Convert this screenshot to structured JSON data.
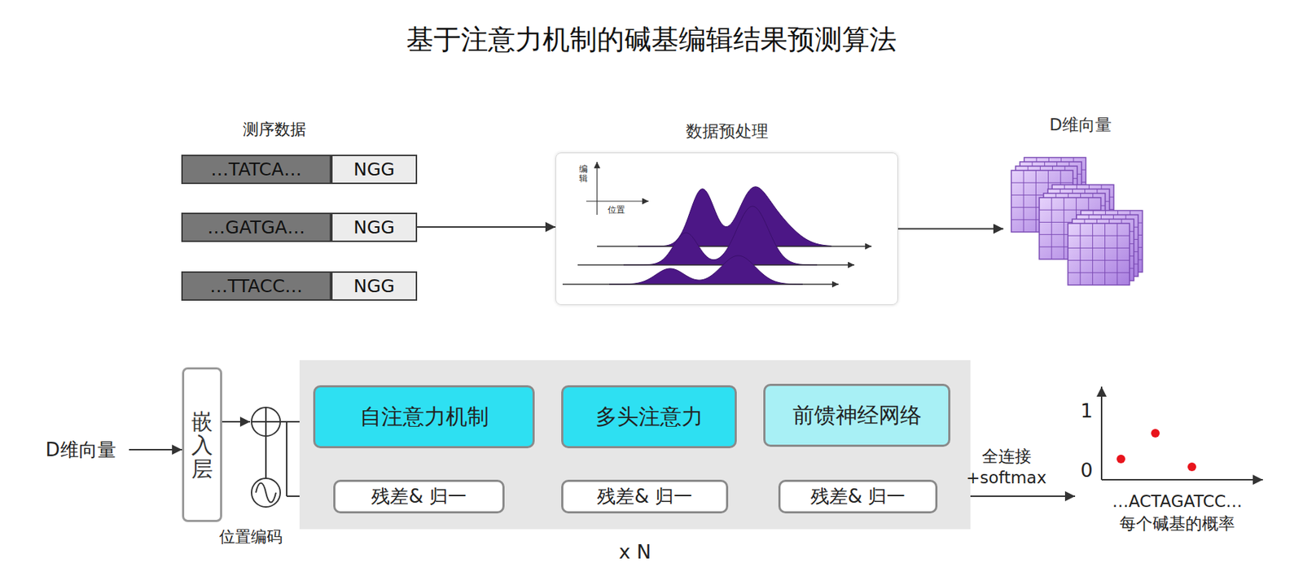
{
  "diagram": {
    "title": "基于注意力机制的碱基编辑结果预测算法",
    "nodes": [
      {
        "text": [
          "…TATCA…"
        ]
      },
      {
        "text": [
          "NGG"
        ]
      },
      {
        "text": [
          "…GATGA…"
        ]
      },
      {
        "text": [
          "NGG"
        ]
      },
      {
        "text": [
          "…TTACC…"
        ]
      },
      {
        "text": [
          "NGG"
        ]
      },
      {
        "text": [
          "数据预处理"
        ]
      },
      {
        "text": [
          "D维向量"
        ]
      },
      {
        "text": [
          "D维向量"
        ]
      },
      {
        "text": [
          "嵌入层"
        ]
      },
      {
        "text": [
          "x N"
        ]
      },
      {
        "text": [
          "自注意力机制"
        ],
        "in": 10
      },
      {
        "text": [
          "多头注意力"
        ],
        "in": 10
      },
      {
        "text": [
          "前馈神经网络"
        ],
        "in": 10
      },
      {
        "text": [
          "残差& 归一"
        ],
        "in": 10
      },
      {
        "text": [
          "残差& 归一"
        ],
        "in": 10
      },
      {
        "text": [
          "残差& 归一"
        ],
        "in": 10
      },
      {
        "text": [
          "…ACTAGATCC…",
          "每个碱基的概率"
        ]
      }
    ],
    "edges": [
      {
        "from": 3,
        "to": 6,
        "arrow": "to"
      },
      {
        "from": 6,
        "to": 7,
        "arrow": "to"
      },
      {
        "from": 8,
        "to": 9,
        "arrow": "to"
      },
      {
        "from": 11,
        "to": 14,
        "arrow": "to"
      },
      {
        "from": 11,
        "to": 12,
        "arrow": "to"
      },
      {
        "from": 12,
        "to": 15,
        "arrow": "to"
      },
      {
        "from": 13,
        "to": 16,
        "arrow": "to"
      },
      {
        "from": 14,
        "to": 15,
        "arrow": "to"
      },
      {
        "from": 12,
        "to": 13,
        "arrow": "to"
      },
      {
        "from": 15,
        "to": 16,
        "arrow": "to"
      },
      {
        "from": 16,
        "to": 17,
        "label": "全连接 +softmax",
        "arrow": "to"
      }
    ],
    "labels": [
      "测序数据",
      "编辑",
      "位置",
      "位置编码",
      "1",
      "0"
    ]
  }
}
